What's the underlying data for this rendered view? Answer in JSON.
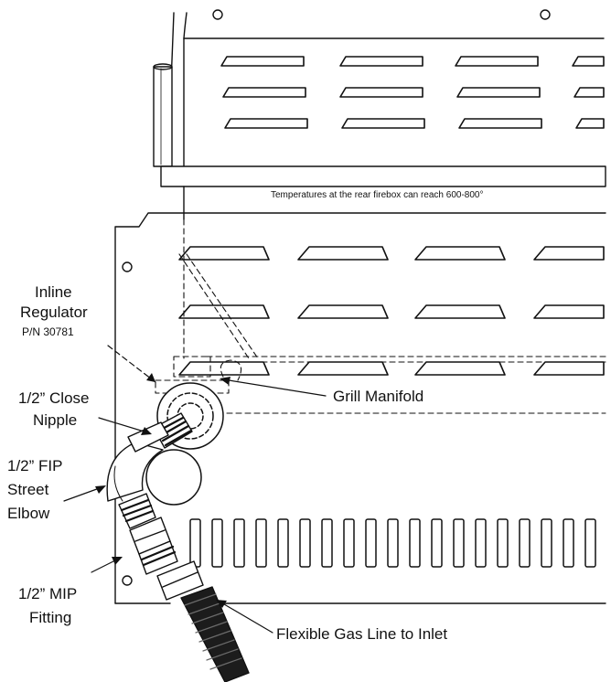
{
  "warning_text": "Temperatures at the rear firebox can reach 600-800°",
  "labels": {
    "inline_regulator_line1": "Inline",
    "inline_regulator_line2": "Regulator",
    "inline_regulator_pn": "P/N 30781",
    "close_nipple_line1": "1/2” Close",
    "close_nipple_line2": "Nipple",
    "street_elbow_line1": "1/2”  FIP",
    "street_elbow_line2": "Street",
    "street_elbow_line3": "Elbow",
    "mip_fitting_line1": "1/2”  MIP",
    "mip_fitting_line2": "Fitting",
    "grill_manifold": "Grill Manifold",
    "flexible_gas_line": "Flexible Gas Line to Inlet"
  }
}
